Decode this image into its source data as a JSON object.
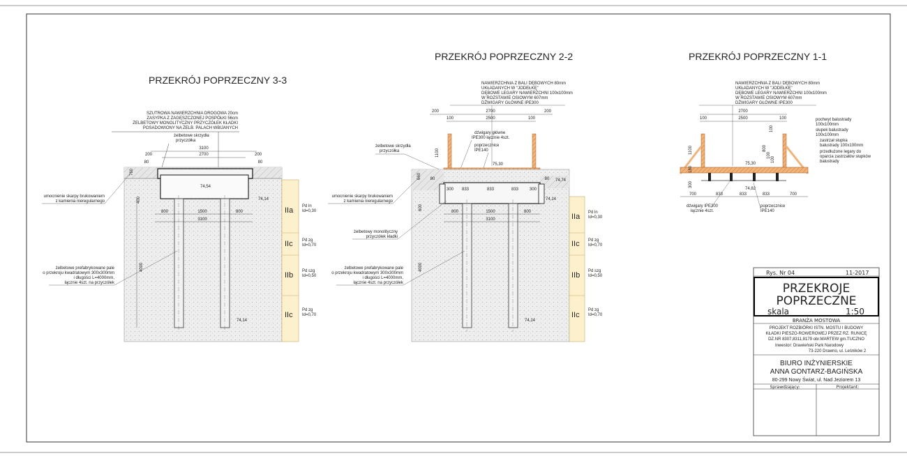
{
  "section_3_3": {
    "title": "PRZEKRÓJ POPRZECZNY 3-3",
    "notes": [
      "SZUTROWA NAWIERZCHNIA DROGOWA 20cm",
      "ZASYPKA Z ZAGĘSZCZONEJ POSPÓŁKI 56cm",
      "ŻELBETOWY MONOLITYCZNY PRZYCZÓŁEK KŁADKI",
      "POSADOWIONY NA ŻELB. PALACH WBIJANYCH"
    ],
    "wing_label": [
      "żelbetowe skrzydła",
      "przyczółka"
    ],
    "dims_top": [
      "3100",
      "2700",
      "200",
      "200",
      "80",
      "80"
    ],
    "dims_bottom": [
      "800",
      "1500",
      "800",
      "3100"
    ],
    "vertical_dims": [
      "760",
      "400",
      "4000"
    ],
    "levels": [
      "74,54",
      "74,14",
      "74,14"
    ],
    "strengthen_label": [
      "umocnienie skarpy brukowaniem",
      "z kamienia nieregularnego"
    ],
    "piles_label": [
      "żelbetowe prefabrykowane pale",
      "o przekroju kwadratowym 300x300mm",
      "i długości L=4000mm,",
      "łącznie 4szt. na przyczółek"
    ]
  },
  "section_2_2": {
    "title": "PRZEKRÓJ POPRZECZNY 2-2",
    "notes": [
      "NAWIERZCHNIA Z BALI DĘBOWYCH 80mm",
      "UKŁADANYCH W \"JODEŁKĘ\"",
      "DĘBOWE LEGARY NAWIERZCHNI 100x100mm",
      "W ROZSTAWIE OSIOWYM 607mm",
      "DŹWIGARY GŁÓWNE IPE300"
    ],
    "dims_top": [
      "200",
      "2700",
      "200",
      "100",
      "2500",
      "100"
    ],
    "girders_label": [
      "dźwigary główne",
      "IPE300 łącznie 4szt."
    ],
    "cross_label": [
      "poprzecznice",
      "IPE140"
    ],
    "wing_label": [
      "żelbetowe skrzydła",
      "przyczółka"
    ],
    "vertical_dims": [
      "1100",
      "660",
      "600",
      "4000"
    ],
    "dims_mid": [
      "300",
      "833",
      "833",
      "833",
      "300",
      "80",
      "80"
    ],
    "levels": [
      "75,30",
      "74,74",
      "74,14",
      "74,14"
    ],
    "dims_bottom": [
      "800",
      "1500",
      "800",
      "3100"
    ],
    "strengthen_label": [
      "umocnienie skarpy brukowaniem",
      "z kamienia nieregularnego"
    ],
    "abutment_label": [
      "żelbetowy monolityczny",
      "przyczółek kładki"
    ],
    "piles_label": [
      "żelbetowe prefabrykowane pale",
      "o przekroju kwadratowym 300x300mm",
      "i długości L=4000mm,",
      "łącznie 4szt. na przyczółek"
    ]
  },
  "section_1_1": {
    "title": "PRZEKRÓJ POPRZECZNY 1-1",
    "notes": [
      "NAWIERZCHNIA Z BALI DĘBOWYCH 80mm",
      "UKŁADANYCH W \"JODEŁKĘ\"",
      "DĘBOWE LEGARY NAWIERZCHNI 100x100mm",
      "W ROZSTAWIE OSIOWYM 607mm",
      "DŹWIGARY GŁÓWNE IPE300"
    ],
    "dims_top": [
      "2700",
      "100",
      "2500",
      "100"
    ],
    "vertical_dims": [
      "1100",
      "180",
      "300",
      "100",
      "800",
      "100",
      "100"
    ],
    "side_labels": [
      [
        "pochwyt balustrady",
        "100x100mm"
      ],
      [
        "słupek balustrady",
        "100x100mm"
      ],
      [
        "zastrzał słupka",
        "balustrady 100x100mm"
      ],
      [
        "przedłużone legary do",
        "oparcia zastrzałów słupków",
        "balustrady"
      ]
    ],
    "levels": [
      "75,30",
      "74,82"
    ],
    "dims_bottom": [
      "700",
      "833",
      "833",
      "833",
      "700"
    ],
    "girders_label": [
      "dźwigary IPE300",
      "łącznie 4szt."
    ],
    "cross_label": [
      "poprzecznice",
      "IPE140"
    ]
  },
  "soil": {
    "layers": [
      {
        "code": "IIa",
        "name": "Pd ln",
        "id": "Id=0,30"
      },
      {
        "code": "IIc",
        "name": "Pd zg",
        "id": "Id=0,70"
      },
      {
        "code": "IIb",
        "name": "Pd szg",
        "id": "Id=0,50"
      },
      {
        "code": "IIc",
        "name": "Pd zg",
        "id": "Id=0,70"
      }
    ]
  },
  "title_block": {
    "drawing_no": "Rys. Nr 04",
    "date": "11-2017",
    "title_line1": "PRZEKROJE",
    "title_line2": "POPRZECZNE",
    "scale_label": "skala",
    "scale_value": "1:50",
    "branch": "BRANŻA MOSTOWA",
    "project_lines": [
      "PROJEKT ROZBIÓRKI ISTN. MOSTU I BUDOWY",
      "KŁADKI PIESZO-ROWEROWEJ PRZEZ RZ. RUNICĘ",
      "DZ.NR 8307,8311,8179 obr.MARTEW gm.TUCZNO"
    ],
    "investor_lines": [
      "Inwestor: Drawieński Park Narodowy",
      "73-220 Drawno, ul. Leśników 2"
    ],
    "office_lines": [
      "BIURO INŻYNIERSKIE",
      "ANNA GONTARZ-BAGIŃSKA",
      "80-299 Nowy Świat, ul. Nad Jeziorem 13"
    ],
    "checker_label": "Sprawdzający:",
    "designer_label": "Projektant:"
  }
}
